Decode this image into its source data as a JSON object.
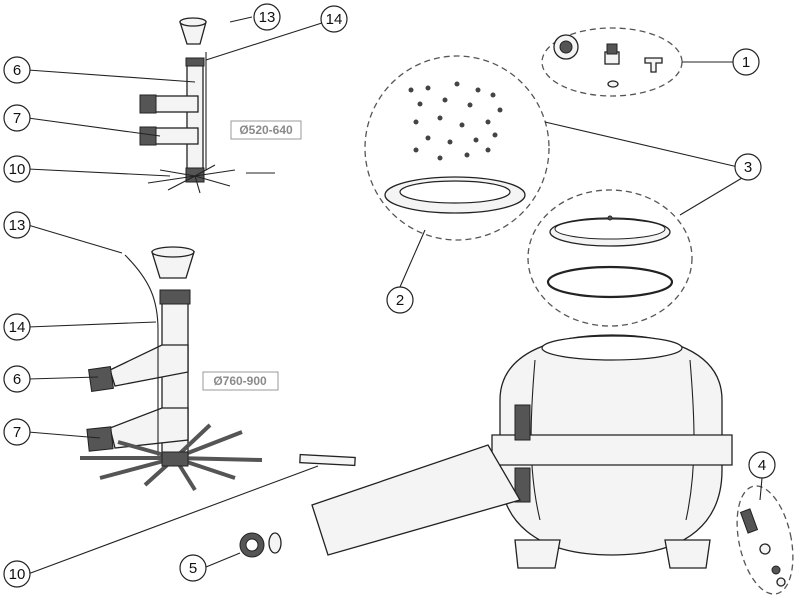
{
  "callouts": [
    "1",
    "2",
    "3",
    "4",
    "5",
    "6",
    "7",
    "10",
    "13",
    "14"
  ],
  "dimensions": {
    "small": "Ø520-640",
    "large": "Ø760-900"
  }
}
